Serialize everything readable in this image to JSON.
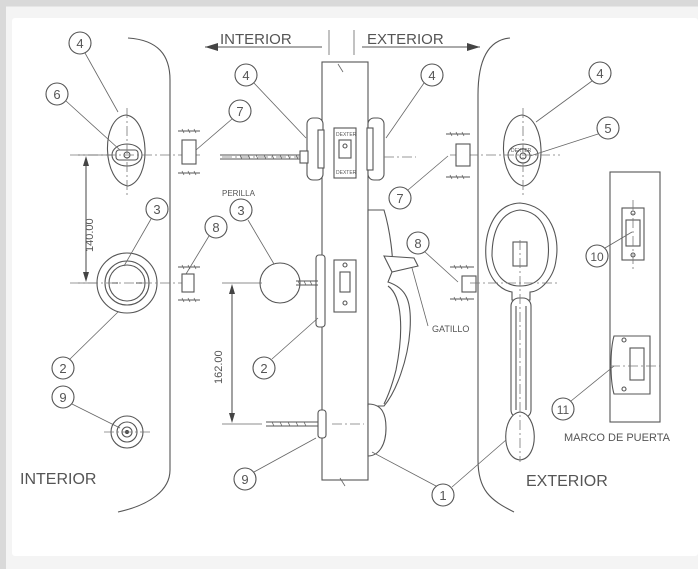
{
  "labels": {
    "interior_top": "INTERIOR",
    "exterior_top": "EXTERIOR",
    "interior_bottom": "INTERIOR",
    "exterior_bottom": "EXTERIOR",
    "perilla": "PERILLA",
    "gatillo": "GATILLO",
    "marco": "MARCO DE PUERTA",
    "dim_140": "140.00",
    "dim_162": "162.00",
    "brand": "DEXTER",
    "brand_vertical": "DEXTER"
  },
  "callouts": {
    "c4a": "4",
    "c6": "6",
    "c7a": "7",
    "c3a": "3",
    "c8a": "8",
    "c2a": "2",
    "c9a": "9",
    "c4b": "4",
    "c4c": "4",
    "c3b": "3",
    "c2b": "2",
    "c9b": "9",
    "c4d": "4",
    "c5": "5",
    "c7b": "7",
    "c8b": "8",
    "c10": "10",
    "c11": "11",
    "c1": "1"
  }
}
